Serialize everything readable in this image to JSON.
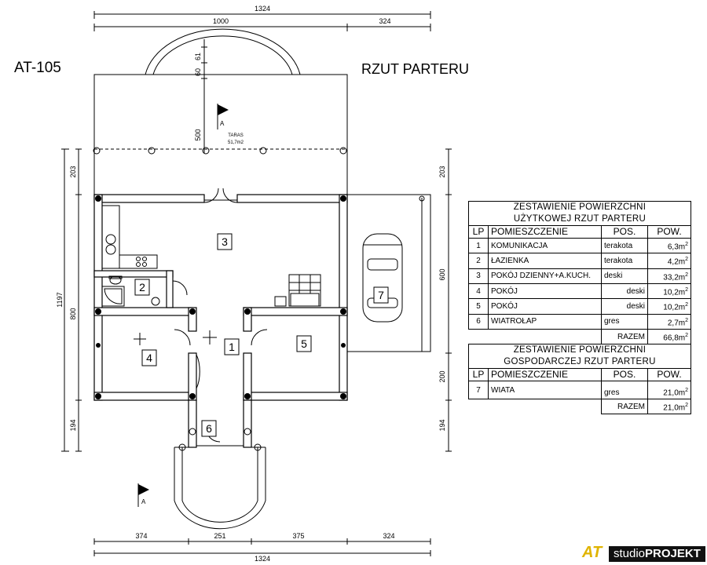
{
  "header": {
    "code": "AT-105",
    "title": "RZUT PARTERU"
  },
  "plan": {
    "terrace_label": "TARAS",
    "terrace_area": "51,7m2",
    "section_marker": "A",
    "dims_top": {
      "total": "1324",
      "left": "1000",
      "right": "324"
    },
    "dims_bay": {
      "a": "61",
      "b": "60"
    },
    "dim_terrace_depth": "500",
    "dims_bottom": {
      "a": "374",
      "b": "251",
      "c": "375",
      "d": "324",
      "total": "1324"
    },
    "dims_left": {
      "total": "1197",
      "a": "203",
      "b": "800",
      "c": "194"
    },
    "dims_right": {
      "a": "203",
      "b": "600",
      "c": "200",
      "d": "194"
    },
    "rooms": [
      "1",
      "2",
      "3",
      "4",
      "5",
      "6",
      "7"
    ]
  },
  "table_usable": {
    "title_line1": "ZESTAWIENIE POWIERZCHNI",
    "title_line2": "UŻYTKOWEJ RZUT PARTERU",
    "headers": [
      "LP",
      "POMIESZCZENIE",
      "POS.",
      "POW."
    ],
    "rows": [
      {
        "lp": "1",
        "name": "KOMUNIKACJA",
        "pos": "terakota",
        "pow": "6,3m"
      },
      {
        "lp": "2",
        "name": "ŁAZIENKA",
        "pos": "terakota",
        "pow": "4,2m"
      },
      {
        "lp": "3",
        "name": "POKÓJ DZIENNY+A.KUCH.",
        "pos": "deski",
        "pow": "33,2m"
      },
      {
        "lp": "4",
        "name": "POKÓJ",
        "pos": "deski",
        "pow": "10,2m"
      },
      {
        "lp": "5",
        "name": "POKÓJ",
        "pos": "deski",
        "pow": "10,2m"
      },
      {
        "lp": "6",
        "name": "WIATROŁAP",
        "pos": "gres",
        "pow": "2,7m"
      }
    ],
    "total_label": "RAZEM",
    "total_value": "66,8m",
    "unit_sup": "2"
  },
  "table_utility": {
    "title_line1": "ZESTAWIENIE POWIERZCHNI",
    "title_line2": "GOSPODARCZEJ RZUT PARTERU",
    "headers": [
      "LP",
      "POMIESZCZENIE",
      "POS.",
      "POW."
    ],
    "rows": [
      {
        "lp": "7",
        "name": "WIATA",
        "pos": "gres",
        "pow": "21,0m"
      }
    ],
    "total_label": "RAZEM",
    "total_value": "21,0m",
    "unit_sup": "2"
  },
  "logo": {
    "mark": "AT",
    "brand_light": "studio",
    "brand_bold": "PROJEKT"
  }
}
